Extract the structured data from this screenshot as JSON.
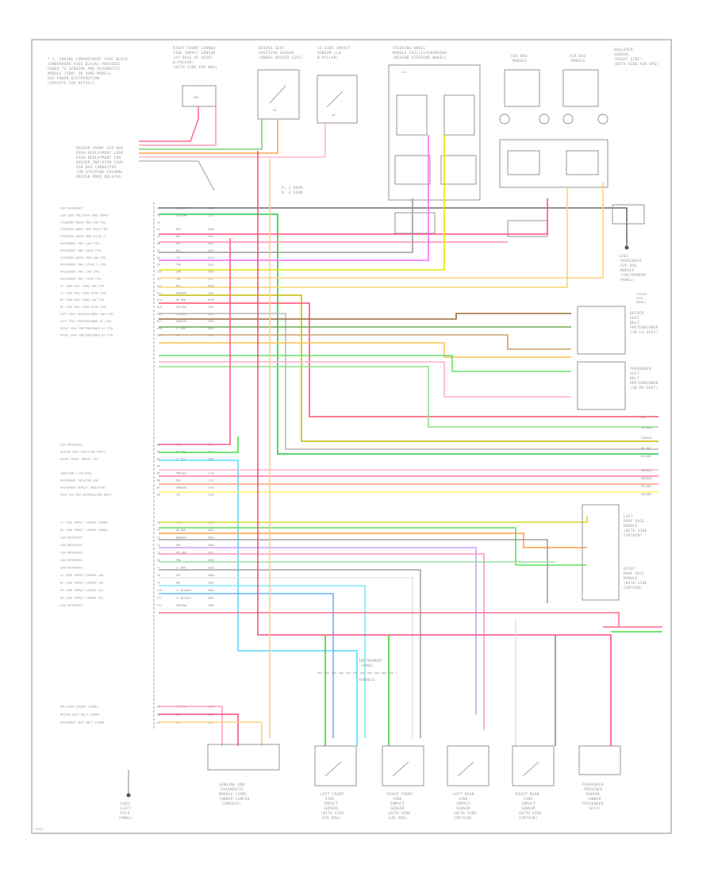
{
  "diagram": {
    "title": "",
    "note_lines": [
      "* 1. ENGINE COMPARTMENT FUSE BLOCK",
      "  (UNDERHOOD FUSE BLOCK) PROVIDES",
      "  POWER TO SENSING AND DIAGNOSTIC",
      "  MODULE (SDM) ON SOME MODELS",
      "  SEE POWER DISTRIBUTION",
      "  CIRCUITS FOR DETAILS"
    ],
    "footer_code": "31567",
    "top_components": [
      {
        "label_lines": [
          "RIGHT FRONT CORNER",
          "SIDE IMPACT SENSOR",
          "(AT BASE OF RIGHT",
          "B-PILLAR)",
          "(WITH SIDE AIR BAG)"
        ],
        "pin": "PWR"
      },
      {
        "label_lines": [
          "DRIVER SEAT",
          "POSITION SENSOR",
          "(UNDER DRIVER SEAT)"
        ],
        "pin": "SW"
      },
      {
        "label_lines": [
          "LH SIDE IMPACT",
          "SENSOR (LH",
          "B-PILLAR)"
        ],
        "pin": "SW"
      },
      {
        "label_lines": [
          "STEERING WHEEL",
          "MODULE COIL/CLOCKSPRING",
          "(BEHIND STEERING WHEEL)"
        ],
        "pin": ""
      },
      {
        "label_lines": [
          "AIR BAG",
          "MODULE"
        ],
        "pin": ""
      },
      {
        "label_lines": [
          "AIR BAG",
          "MODULE"
        ],
        "pin": ""
      },
      {
        "label_lines": [
          "ROLLOVER",
          "SENSOR",
          "(RIGHT SIDE)",
          "(WITH SIDE AIR BAG)"
        ],
        "pin": ""
      }
    ],
    "sdm_left_block": {
      "label_lines": [
        "DRIVER FRONT AIR BAG",
        "HIGH DEPLOYMENT LOOP",
        "HIGH DEPLOYMENT LOW",
        "DRIVER INFLATOR LOOP",
        "AIR BAG CONNECTOR",
        "(ON STEERING COLUMN)",
        "DRIVER KNEE BOLSTER"
      ]
    },
    "pin_rows_group1": [
      {
        "label": "LOW REFERENCE",
        "pin": "A1",
        "color_code": "BLK/WHT",
        "circuit": "1550"
      },
      {
        "label": "LOW SIDE ROLLOVER SENS INPUT",
        "pin": "A2",
        "color_code": "BLK/GRN",
        "circuit": "1551"
      },
      {
        "label": "STEERING WHEEL MOD LOW CTRL",
        "pin": "A3",
        "color_code": "",
        "circuit": ""
      },
      {
        "label": "STEERING WHEEL MOD HIGH CTRL",
        "pin": "A4",
        "color_code": "RED",
        "circuit": "5020"
      },
      {
        "label": "STEERING WHEEL MOD STAGE 2",
        "pin": "A5",
        "color_code": "WHT",
        "circuit": "5021"
      },
      {
        "label": "PASSENGER INFL LOW CTRL",
        "pin": "A6",
        "color_code": "GRY",
        "circuit": "5022"
      },
      {
        "label": "PASSENGER INFL HIGH CTRL",
        "pin": "A7",
        "color_code": "BLU",
        "circuit": "5023"
      },
      {
        "label": "STEERING WHEEL MOD LOW CTRL",
        "pin": "A8",
        "color_code": "YEL",
        "circuit": "5024"
      },
      {
        "label": "PASSENGER INFL STAGE 2 CTRL",
        "pin": "A9",
        "color_code": "TAN",
        "circuit": "5025"
      },
      {
        "label": "PASSENGER INFL LOW CTRL",
        "pin": "A10",
        "color_code": "ORN",
        "circuit": "5026"
      },
      {
        "label": "PASSENGER INFL HIGH CTRL",
        "pin": "A11",
        "color_code": "PNK",
        "circuit": "5027"
      },
      {
        "label": "LF SIDE ROLL SENS LOW CTRL",
        "pin": "A12",
        "color_code": "PPL",
        "circuit": "5028"
      },
      {
        "label": "LF SIDE ROLL SENS HIGH CTRL",
        "pin": "A13",
        "color_code": "BRN/WHT",
        "circuit": "5029"
      },
      {
        "label": "RF SIDE ROLL SENS LOW CTRL",
        "pin": "A14",
        "color_code": "DK GRN",
        "circuit": "5030"
      },
      {
        "label": "RF SIDE ROLL SENS HIGH CTRL",
        "pin": "A15",
        "color_code": "YEL/BLK",
        "circuit": "5031"
      },
      {
        "label": "LEFT SEAT PRETENSIONER LOW CTRL",
        "pin": "A16",
        "color_code": "TAN/WHT",
        "circuit": "5032"
      },
      {
        "label": "LEFT SEAT PRETENSIONER HI CTRL",
        "pin": "A17",
        "color_code": "ORN/BLK",
        "circuit": "5033"
      },
      {
        "label": "RIGHT SEAT PRETENSIONER LO CTRL",
        "pin": "A18",
        "color_code": "LT GRN",
        "circuit": "5034"
      },
      {
        "label": "RIGHT SEAT PRETENSIONER HI CTRL",
        "pin": "A19",
        "color_code": "GRY",
        "circuit": "5035"
      }
    ],
    "pin_rows_group2": [
      {
        "label": "LOW REFERENCE",
        "pin": "B1",
        "color_code": "PNK",
        "circuit": "5040"
      },
      {
        "label": "DRIVER SEAT POSITION INPUT",
        "pin": "B2",
        "color_code": "DK GRN",
        "circuit": "5041"
      },
      {
        "label": "RIGHT FRONT IMPACT SIG",
        "pin": "B3",
        "color_code": "LT BLU",
        "circuit": "5042"
      },
      {
        "label": "",
        "pin": "B4",
        "color_code": "",
        "circuit": ""
      },
      {
        "label": "IGNITION 1 VOLTAGE",
        "pin": "B5",
        "color_code": "PNK/BLK",
        "circuit": "1139"
      },
      {
        "label": "PASSENGER INFLATOR LOW",
        "pin": "B6",
        "color_code": "RED",
        "circuit": "1732"
      },
      {
        "label": "PASSENGER DEPLOY INDICATOR",
        "pin": "B7",
        "color_code": "ORN/BLK",
        "circuit": "1341"
      },
      {
        "label": "PASS AIR BAG SUPPRESSION INDIC",
        "pin": "B8",
        "color_code": "YEL",
        "circuit": "1342"
      }
    ],
    "pin_rows_group3": [
      {
        "label": "LF SIDE IMPACT SENSOR SIGNAL",
        "pin": "C1",
        "color_code": "YEL",
        "circuit": "5053"
      },
      {
        "label": "RF SIDE IMPACT SENSOR SIGNAL",
        "pin": "C2",
        "color_code": "DK GRN",
        "circuit": "5054"
      },
      {
        "label": "LOW REFERENCE",
        "pin": "C3",
        "color_code": "BRN/WHT",
        "circuit": "5055"
      },
      {
        "label": "LOW REFERENCE",
        "pin": "C4",
        "color_code": "GRY",
        "circuit": "5056"
      },
      {
        "label": "LOW REFERENCE",
        "pin": "C5",
        "color_code": "PPL/WHT",
        "circuit": "5057"
      },
      {
        "label": "LOW REFERENCE",
        "pin": "C6",
        "color_code": "PNK",
        "circuit": "5058"
      },
      {
        "label": "LOW REFERENCE",
        "pin": "C7",
        "color_code": "LT GRN",
        "circuit": "5059"
      },
      {
        "label": "LF SIDE IMPACT SENSOR LOW",
        "pin": "C8",
        "color_code": "GRY",
        "circuit": "5060"
      },
      {
        "label": "RF SIDE IMPACT SENSOR LOW",
        "pin": "C9",
        "color_code": "WHT",
        "circuit": "5061"
      },
      {
        "label": "LR SIDE IMPACT SENSOR SIG",
        "pin": "C10",
        "color_code": "LT BLU/WHT",
        "circuit": "5062"
      },
      {
        "label": "RR SIDE IMPACT SENSOR SIG",
        "pin": "C11",
        "color_code": "LT BLU/BLK",
        "circuit": "5063"
      },
      {
        "label": "LOW REFERENCE",
        "pin": "C12",
        "color_code": "PNK/BLK",
        "circuit": "5064"
      }
    ],
    "pin_rows_group4": [
      {
        "label": "ROLLOVER SENSOR SIGNAL",
        "pin": "D1",
        "color_code": "YEL/BLK",
        "circuit": "5080"
      },
      {
        "label": "DRIVER SEAT BELT SIGNAL",
        "pin": "D2",
        "color_code": "WHT",
        "circuit": "5081"
      },
      {
        "label": "PASSENGER SEAT BELT SIGNAL",
        "pin": "D3",
        "color_code": "GRY",
        "circuit": "5082"
      }
    ],
    "right_labels": [
      {
        "lines": [
          "PASSENGER",
          "AIR BAG",
          "MODULE",
          "(INSTRUMENT",
          "PANEL)"
        ]
      },
      {
        "lines": [
          "DRIVER",
          "SEAT",
          "BELT",
          "PRETENSIONER",
          "(IN LH SEAT)"
        ]
      },
      {
        "lines": [
          "PASSENGER",
          "SEAT",
          "BELT",
          "PRETENSIONER",
          "(IN RH SEAT)"
        ]
      },
      {
        "lines": [
          "LEFT",
          "ROOF RAIL",
          "MODULE",
          "(WITH SIDE",
          "CURTAIN)"
        ]
      },
      {
        "lines": [
          "RIGHT",
          "ROOF RAIL",
          "MODULE",
          "(WITH SIDE",
          "CURTAIN)"
        ]
      }
    ],
    "right_wire_ends": [
      {
        "color_code": "RED"
      },
      {
        "color_code": "YEL/BLK"
      },
      {
        "color_code": "TAN/BLK"
      },
      {
        "color_code": "DK GRN"
      },
      {
        "color_code": "BLK/WHT"
      },
      {
        "color_code": "PNK/BLK"
      },
      {
        "color_code": "ORN/BLK"
      },
      {
        "color_code": "PPL/WHT"
      },
      {
        "color_code": "RED/WHT"
      }
    ],
    "bottom_components": [
      {
        "label_lines": [
          "SENSING AND",
          "DIAGNOSTIC",
          "MODULE (SDM)",
          "(UNDER CENTER",
          "CONSOLE)"
        ]
      },
      {
        "label_lines": [
          "LEFT FRONT",
          "SIDE",
          "IMPACT",
          "SENSOR",
          "(WITH SIDE",
          "AIR BAG)"
        ]
      },
      {
        "label_lines": [
          "RIGHT FRONT",
          "SIDE",
          "IMPACT",
          "SENSOR",
          "(WITH SIDE",
          "AIR BAG)"
        ]
      },
      {
        "label_lines": [
          "LEFT REAR",
          "SIDE",
          "IMPACT",
          "SENSOR",
          "(WITH SIDE",
          "CURTAIN)"
        ]
      },
      {
        "label_lines": [
          "RIGHT REAR",
          "SIDE",
          "IMPACT",
          "SENSOR",
          "(WITH SIDE",
          "CURTAIN)"
        ]
      },
      {
        "label_lines": [
          "PASSENGER",
          "PRESENCE",
          "SENSOR",
          "(UNDER",
          "PASSENGER",
          "SEAT)"
        ]
      }
    ],
    "ground_labels": [
      {
        "lines": [
          "G301",
          "(LEFT",
          "KICK",
          "PANEL)"
        ]
      },
      {
        "lines": [
          "G201",
          "(RIGHT",
          "KICK",
          "PANEL)"
        ]
      }
    ],
    "middle_notes": [
      {
        "lines": [
          "A: 2 DOOR",
          "B: 4 DOOR"
        ]
      },
      {
        "lines": [
          "INSTRUMENT",
          "PANEL",
          "HARNESS"
        ]
      }
    ]
  }
}
